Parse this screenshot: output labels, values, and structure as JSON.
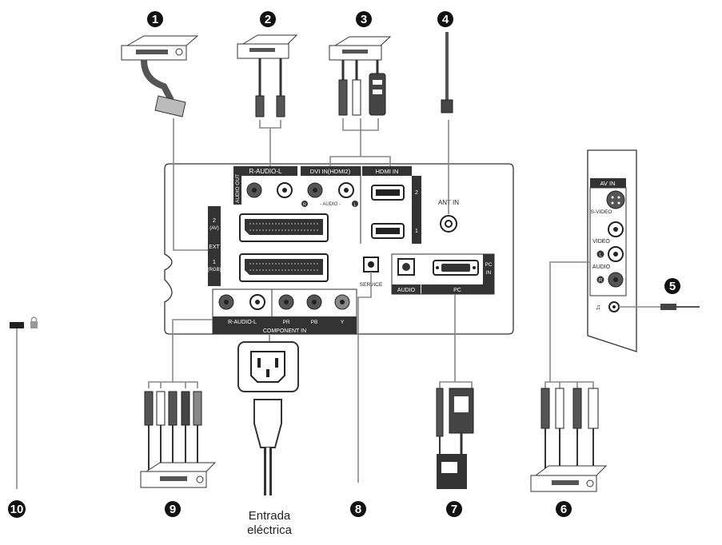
{
  "markers": [
    "1",
    "2",
    "3",
    "4",
    "5",
    "6",
    "7",
    "8",
    "9",
    "10"
  ],
  "panel": {
    "audio_out_vertical": "AUDIO OUT",
    "audio_out_rl": "R-AUDIO-L",
    "dvi_header": "DVI IN(HDMI2)",
    "hdmi_header": "HDMI IN",
    "dvi_audio_sub": "- AUDIO -",
    "dvi_r": "R",
    "dvi_l": "L",
    "hdmi_2": "2",
    "hdmi_1": "1",
    "ant_in": "ANT IN",
    "ext": "EXT",
    "scart2_top": "2",
    "scart2_bot": "(AV)",
    "scart1_top": "1",
    "scart1_bot": "(RGB)",
    "service": "SERVICE",
    "pc_audio": "AUDIO",
    "pc_label": "PC",
    "pc_in_1": "PC",
    "pc_in_2": "IN",
    "comp_audio": "R-AUDIO-L",
    "comp_pr": "PR",
    "comp_pb": "PB",
    "comp_y": "Y",
    "component_in": "COMPONENT IN"
  },
  "side_panel": {
    "av_in": "AV IN",
    "s_video": "S-VIDEO",
    "video": "VIDEO",
    "audio": "AUDIO",
    "l": "L",
    "r": "R"
  },
  "power_caption_1": "Entrada",
  "power_caption_2": "eléctrica"
}
